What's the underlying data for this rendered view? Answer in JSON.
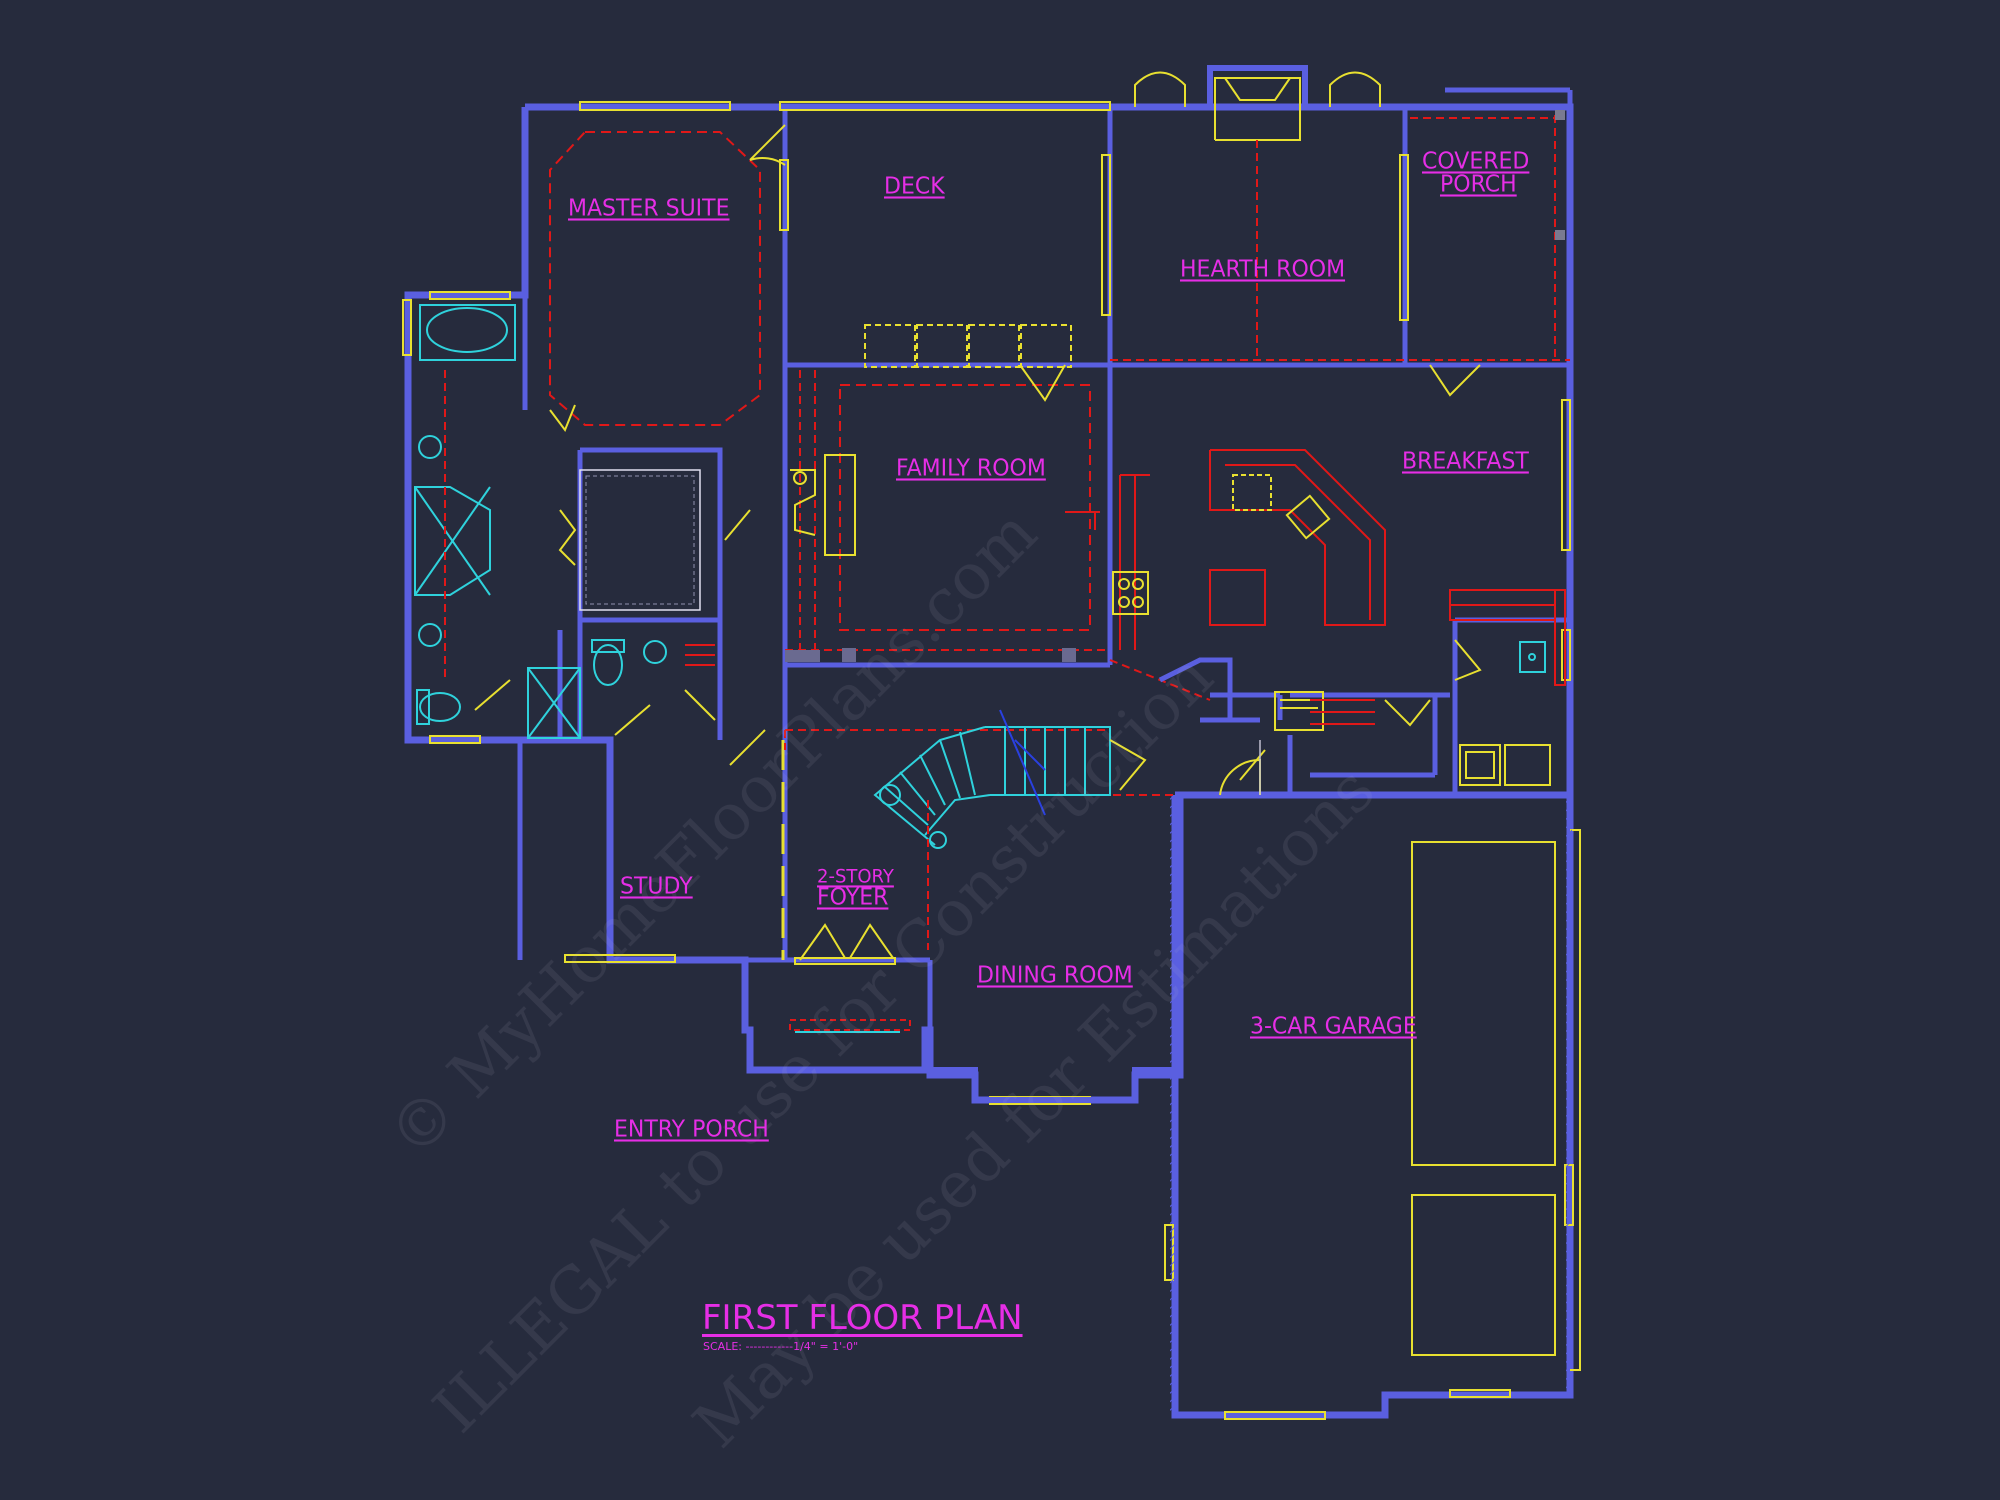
{
  "plan": {
    "title": "FIRST FLOOR PLAN",
    "scale": "SCALE: ------------1/4\" = 1'-0\""
  },
  "rooms": {
    "master_suite": "MASTER SUITE",
    "deck": "DECK",
    "hearth_room": "HEARTH ROOM",
    "covered_porch_line1": "COVERED",
    "covered_porch_line2": "PORCH",
    "family_room": "FAMILY ROOM",
    "breakfast": "BREAKFAST",
    "study": "STUDY",
    "foyer_line1": "2-STORY",
    "foyer_line2": "FOYER",
    "dining_room": "DINING ROOM",
    "garage": "3-CAR GARAGE",
    "entry_porch": "ENTRY PORCH"
  },
  "watermarks": {
    "line1": "© MyHomeFloorPlans.com",
    "line2": "ILLEGAL to use for Construction",
    "line3": "May be used for Estimations"
  },
  "colors": {
    "background": "#262b3d",
    "wall": "#5a5fe0",
    "label": "#e62ee6",
    "fixture_yellow": "#e8e030",
    "fixture_cyan": "#2fd2dc",
    "dashed_red": "#e01818"
  }
}
